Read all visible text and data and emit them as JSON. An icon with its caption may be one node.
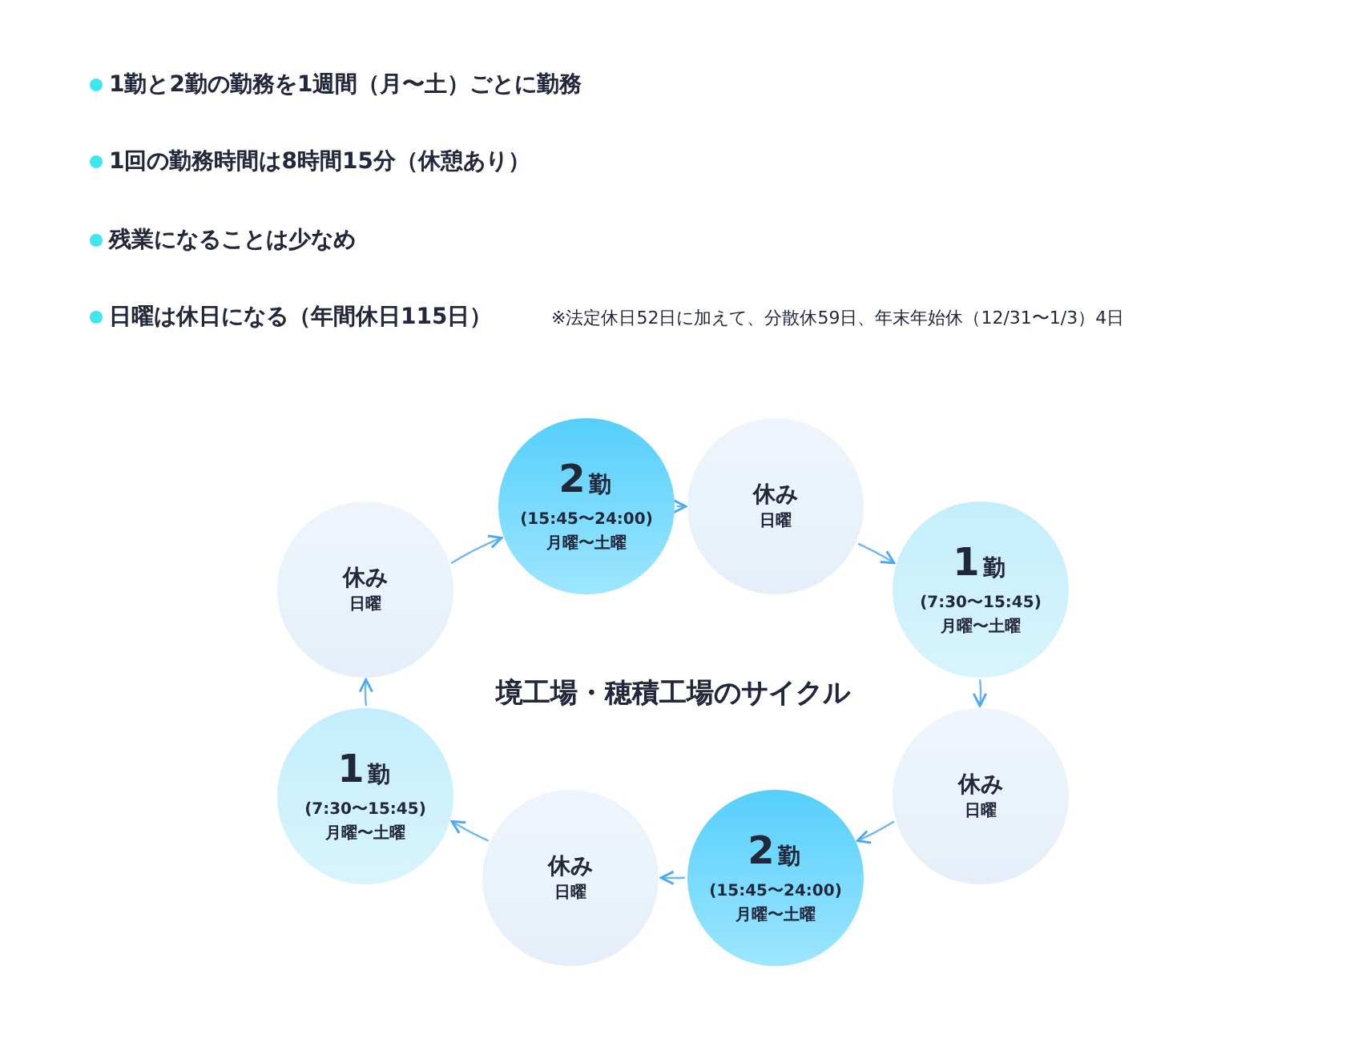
{
  "diagram": {
    "nodes": [
      {
        "text": [
          "2勤",
          "(15:45〜24:00)",
          "月曜〜土曜"
        ]
      },
      {
        "text": [
          "休み",
          "日曜"
        ]
      },
      {
        "text": [
          "1勤",
          "(7:30〜15:45)",
          "月曜〜土曜"
        ]
      },
      {
        "text": [
          "休み",
          "日曜"
        ]
      },
      {
        "text": [
          "2勤",
          "(15:45〜24:00)",
          "月曜〜土曜"
        ]
      },
      {
        "text": [
          "休み",
          "日曜"
        ]
      },
      {
        "text": [
          "1勤",
          "(7:30〜15:45)",
          "月曜〜土曜"
        ]
      },
      {
        "text": [
          "休み",
          "日曜"
        ]
      }
    ],
    "edges": [
      {
        "from": 0,
        "to": 1,
        "arrow": "to"
      },
      {
        "from": 1,
        "to": 2,
        "arrow": "to"
      },
      {
        "from": 2,
        "to": 3,
        "arrow": "to"
      },
      {
        "from": 3,
        "to": 4,
        "arrow": "to"
      },
      {
        "from": 4,
        "to": 5,
        "arrow": "to"
      },
      {
        "from": 5,
        "to": 6,
        "arrow": "to"
      },
      {
        "from": 6,
        "to": 7,
        "arrow": "to"
      },
      {
        "from": 7,
        "to": 0,
        "arrow": "to"
      }
    ],
    "labels": [
      "1勤と2勤の勤務を1週間（月〜土）ごとに勤務",
      "1回の勤務時間は8時間15分（休憩あり）",
      "残業になることは少なめ",
      "日曜は休日になる（年間休日115日）",
      "※法定休日52日に加えて、分散休59日、年末年始休（12/31〜1/3）4日",
      "境工場・穂積工場のサイクル"
    ]
  }
}
